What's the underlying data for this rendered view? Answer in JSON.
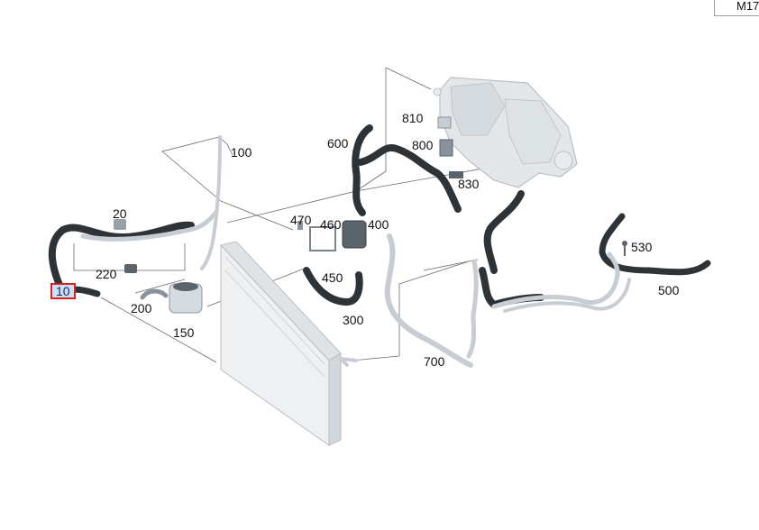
{
  "reference_code": "M17",
  "callouts": [
    {
      "id": "c10",
      "label": "10",
      "selected": true
    },
    {
      "id": "c20",
      "label": "20",
      "selected": false
    },
    {
      "id": "c100",
      "label": "100",
      "selected": false
    },
    {
      "id": "c150",
      "label": "150",
      "selected": false
    },
    {
      "id": "c200",
      "label": "200",
      "selected": false
    },
    {
      "id": "c220",
      "label": "220",
      "selected": false
    },
    {
      "id": "c300",
      "label": "300",
      "selected": false
    },
    {
      "id": "c400",
      "label": "400",
      "selected": false
    },
    {
      "id": "c450",
      "label": "450",
      "selected": false
    },
    {
      "id": "c460",
      "label": "460",
      "selected": false
    },
    {
      "id": "c470",
      "label": "470",
      "selected": false
    },
    {
      "id": "c500",
      "label": "500",
      "selected": false
    },
    {
      "id": "c530",
      "label": "530",
      "selected": false
    },
    {
      "id": "c600",
      "label": "600",
      "selected": false
    },
    {
      "id": "c700",
      "label": "700",
      "selected": false
    },
    {
      "id": "c800",
      "label": "800",
      "selected": false
    },
    {
      "id": "c810",
      "label": "810",
      "selected": false
    },
    {
      "id": "c830",
      "label": "830",
      "selected": false
    }
  ],
  "colors": {
    "hose_dark": "#2e3338",
    "pipe_light": "#c7cdd3",
    "leader_line": "#6a6a6a",
    "radiator": "#e9ecee",
    "selection_border": "#e02020"
  }
}
